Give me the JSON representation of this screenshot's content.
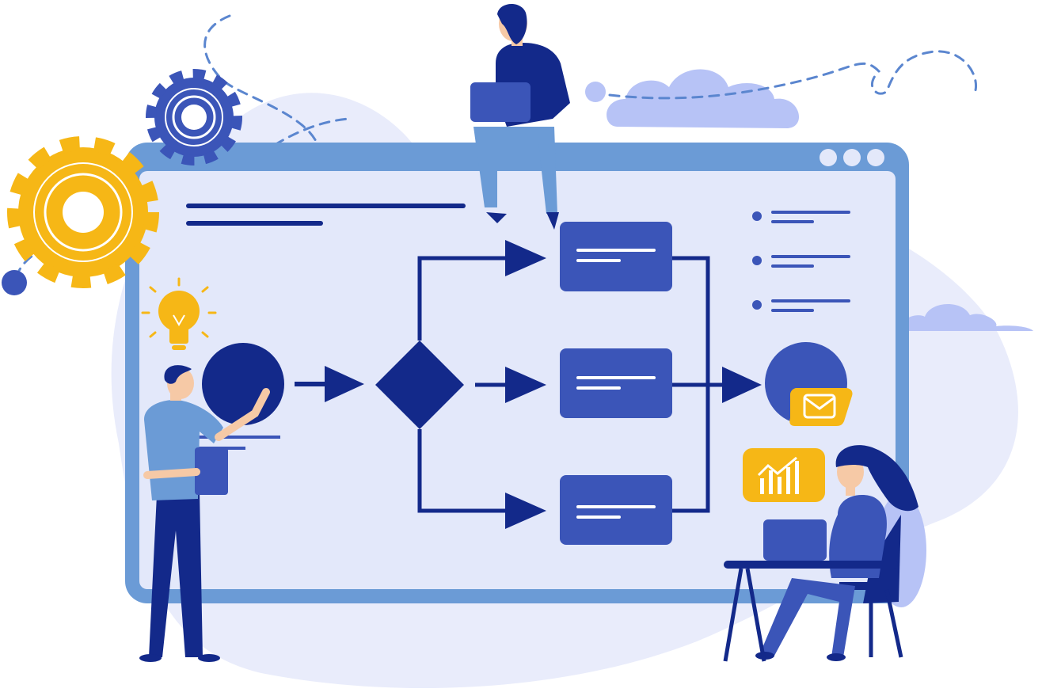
{
  "illustration": {
    "window_controls": [
      "dot",
      "dot",
      "dot"
    ],
    "flowchart": {
      "nodes": [
        "start-circle",
        "decision-diamond",
        "process-box",
        "process-box",
        "process-box",
        "end-circle"
      ]
    },
    "icons": [
      "gear-icon",
      "gear-icon",
      "lightbulb-icon",
      "mail-icon",
      "chart-icon",
      "cloud-icon"
    ],
    "people": [
      "man-presenting",
      "man-with-laptop",
      "woman-at-desk"
    ]
  },
  "colors": {
    "window_frame": "#6b9bd6",
    "window_bg": "#e3e8fa",
    "dark_navy": "#13298a",
    "box_blue": "#3b55b8",
    "accent_yellow": "#f6b716",
    "cloud": "#b7c3f6",
    "background_blob": "#e9ecfb",
    "text_line_light": "#ffffff"
  }
}
